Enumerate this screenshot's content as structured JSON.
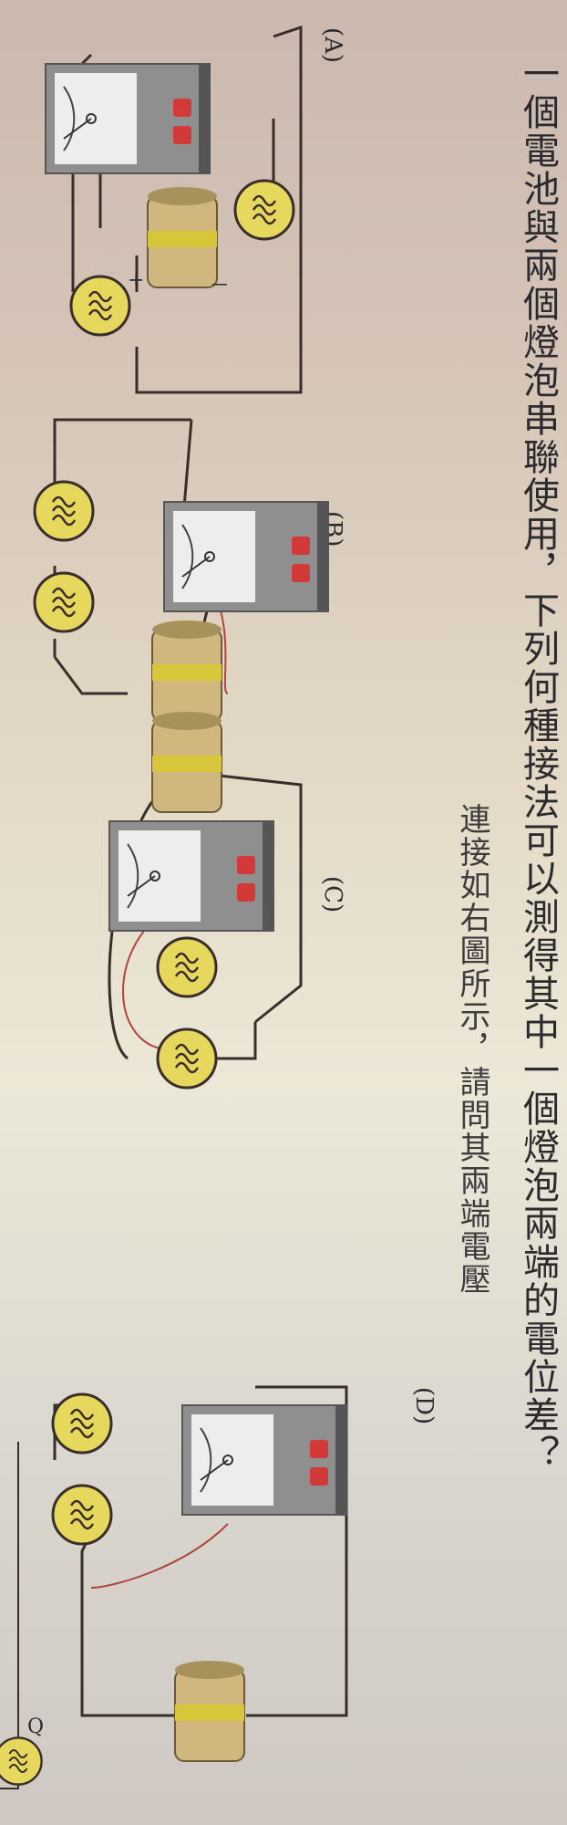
{
  "question": {
    "text": "一個電池與兩個燈泡串聯使用，下列何種接法可以測得其中一個燈泡兩端的電位差？",
    "next_text": "連接如右圖所示，請問其兩端電壓"
  },
  "options": [
    {
      "id": "A",
      "label": "(A)"
    },
    {
      "id": "B",
      "label": "(B)"
    },
    {
      "id": "C",
      "label": "(C)"
    },
    {
      "id": "D",
      "label": "(D)"
    }
  ],
  "battery": {
    "plus": "+",
    "minus": "－"
  },
  "partial_label": "Q",
  "colors": {
    "wire": "#3a2e2b",
    "red_wire": "#b0453b",
    "bulb": "#e6d85c",
    "meter_body": "#8f8f8f",
    "meter_face": "#ededed",
    "battery": "#cfb77d",
    "battery_band": "#d7c53a"
  }
}
